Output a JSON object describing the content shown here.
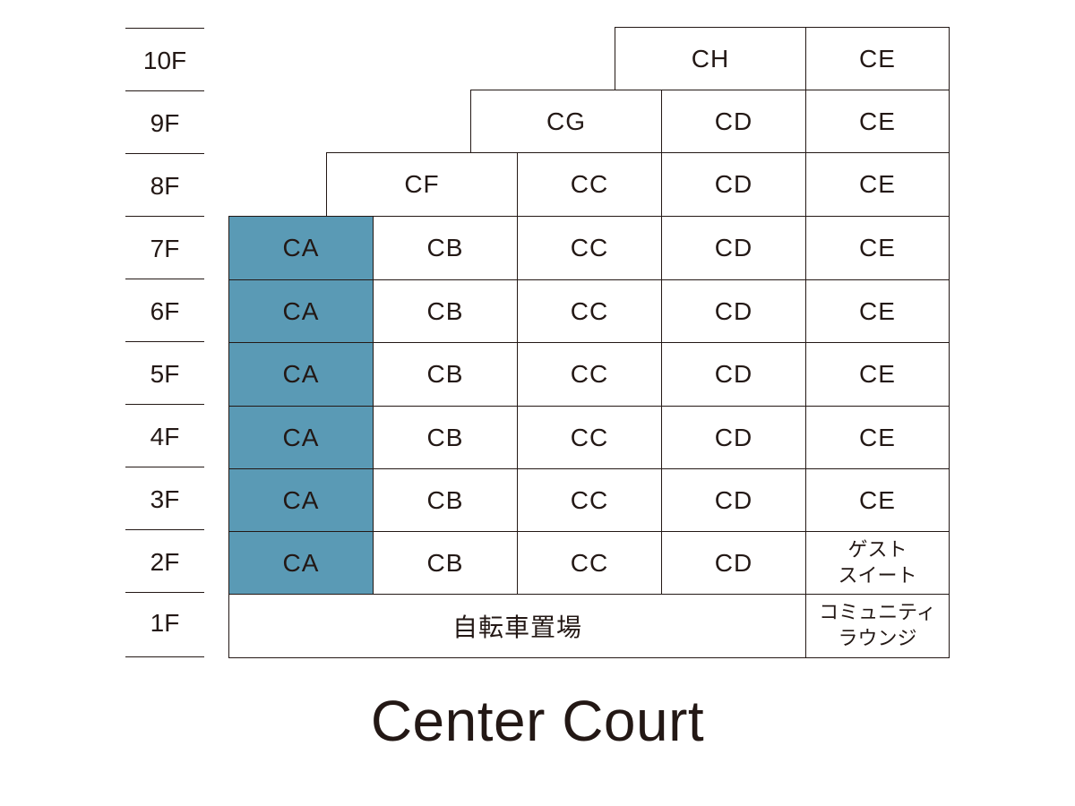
{
  "floors": [
    "10F",
    "9F",
    "8F",
    "7F",
    "6F",
    "5F",
    "4F",
    "3F",
    "2F",
    "1F"
  ],
  "units": {
    "f10": [
      "CH",
      "CE"
    ],
    "f9": [
      "CG",
      "CD",
      "CE"
    ],
    "f8": [
      "CF",
      "CC",
      "CD",
      "CE"
    ],
    "f7": [
      "CA",
      "CB",
      "CC",
      "CD",
      "CE"
    ],
    "f6": [
      "CA",
      "CB",
      "CC",
      "CD",
      "CE"
    ],
    "f5": [
      "CA",
      "CB",
      "CC",
      "CD",
      "CE"
    ],
    "f4": [
      "CA",
      "CB",
      "CC",
      "CD",
      "CE"
    ],
    "f3": [
      "CA",
      "CB",
      "CC",
      "CD",
      "CE"
    ],
    "f2": [
      "CA",
      "CB",
      "CC",
      "CD",
      "ゲスト\nスイート"
    ],
    "f1": [
      "自転車置場",
      "コミュニティ\nラウンジ"
    ]
  },
  "title": "Center Court",
  "colors": {
    "highlight": "#5a9ab5",
    "line": "#231815"
  }
}
